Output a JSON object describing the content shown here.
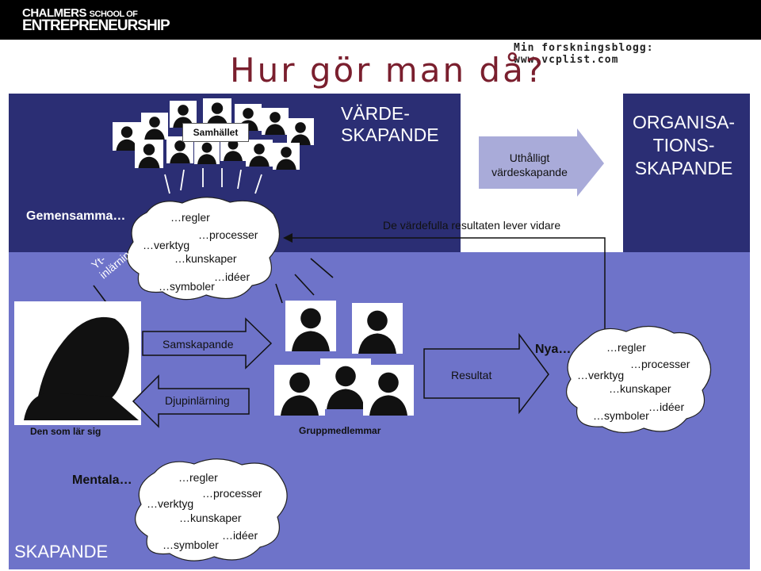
{
  "header": {
    "logo_line1": "CHALMERS",
    "logo_line1_suffix": "SCHOOL OF",
    "logo_line2": "ENTREPRENEURSHIP",
    "blog": "Min forskningsblogg: www.vcplist.com"
  },
  "title": "Hur gör man då?",
  "top": {
    "varde_line1": "VÄRDE-",
    "varde_line2": "SKAPANDE",
    "org_line1": "ORGANISA-",
    "org_line2": "TIONS-",
    "org_line3": "SKAPANDE",
    "uthalligt_line1": "Uthålligt",
    "uthalligt_line2": "värdeskapande",
    "samhallet": "Samhället",
    "gemensamma": "Gemensamma…",
    "vardefulla": "De värdefulla resultaten lever vidare",
    "ytinlarning_line1": "Yt-",
    "ytinlarning_line2": "inlärning"
  },
  "cloud_items": {
    "regler": "…regler",
    "processer": "…processer",
    "verktyg": "…verktyg",
    "kunskaper": "…kunskaper",
    "ideer": "…idéer",
    "symboler": "…symboler"
  },
  "middle": {
    "samskapande": "Samskapande",
    "djupinlarning": "Djupinlärning",
    "resultat": "Resultat",
    "nya": "Nya…",
    "den_som_lar_sig": "Den som lär sig",
    "gruppmedlemmar": "Gruppmedlemmar"
  },
  "bottom": {
    "mentala": "Mentala…",
    "skapande": "SKAPANDE"
  },
  "colors": {
    "dark_band": "#2b2e74",
    "light_band": "#6e73c9",
    "title": "#7a1f2e",
    "arrow_fill": "#a9abd9"
  }
}
